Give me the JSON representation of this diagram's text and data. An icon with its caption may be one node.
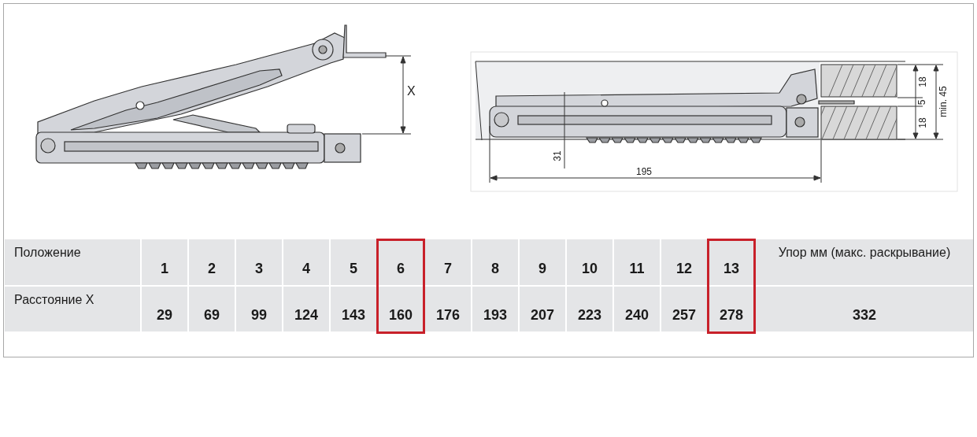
{
  "diagram": {
    "labels": [
      "X",
      "18",
      "5",
      "18",
      "min. 45",
      "31",
      "195",
      "Положение",
      "1",
      "2",
      "3",
      "4",
      "5",
      "6",
      "7",
      "8",
      "9",
      "10",
      "11",
      "12",
      "13",
      "Упор мм (макс. раскрывание)",
      "Расстояние X",
      "29",
      "69",
      "99",
      "124",
      "143",
      "160",
      "176",
      "193",
      "207",
      "223",
      "240",
      "257",
      "278",
      "332"
    ]
  }
}
